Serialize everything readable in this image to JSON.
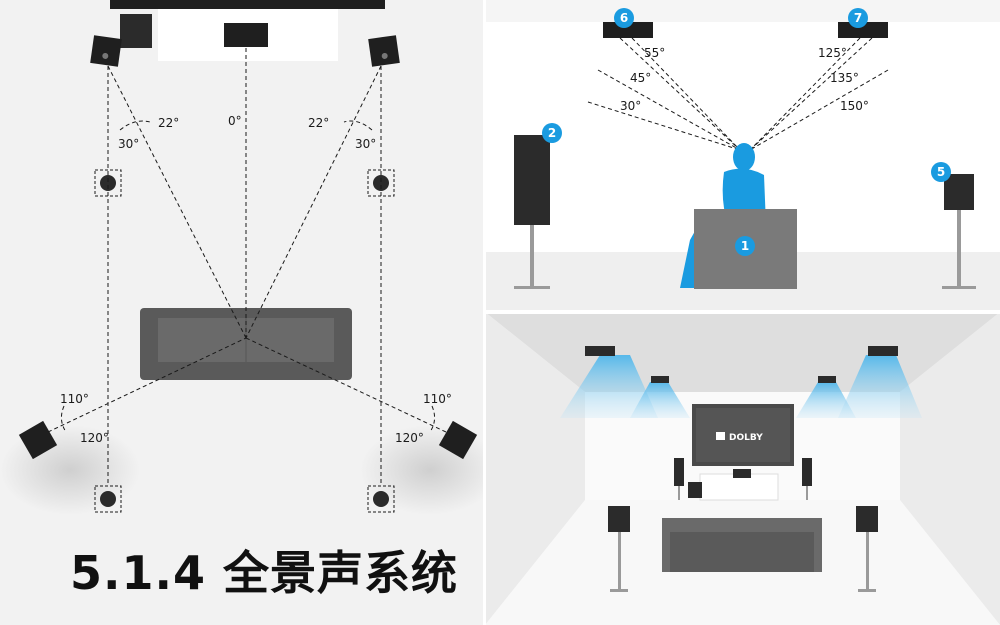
{
  "title": "5.1.4 全景声系统",
  "top_view": {
    "angles": {
      "center": "0°",
      "front_left_inner": "22°",
      "front_left_outer": "30°",
      "front_right_inner": "22°",
      "front_right_outer": "30°",
      "surround_left_upper": "110°",
      "surround_left_lower": "120°",
      "surround_right_upper": "110°",
      "surround_right_lower": "120°"
    }
  },
  "side_view": {
    "badges": [
      "1",
      "2",
      "5",
      "6",
      "7"
    ],
    "front_height_angles": [
      "55°",
      "45°",
      "30°"
    ],
    "rear_height_angles": [
      "125°",
      "135°",
      "150°"
    ]
  },
  "room_view": {
    "screen_logo": "DOLBY"
  },
  "colors": {
    "accent_blue": "#1a9be0",
    "speaker": "#2b2b2b",
    "sofa": "#5a5a5a",
    "panel_bg": "#f2f2f2"
  }
}
